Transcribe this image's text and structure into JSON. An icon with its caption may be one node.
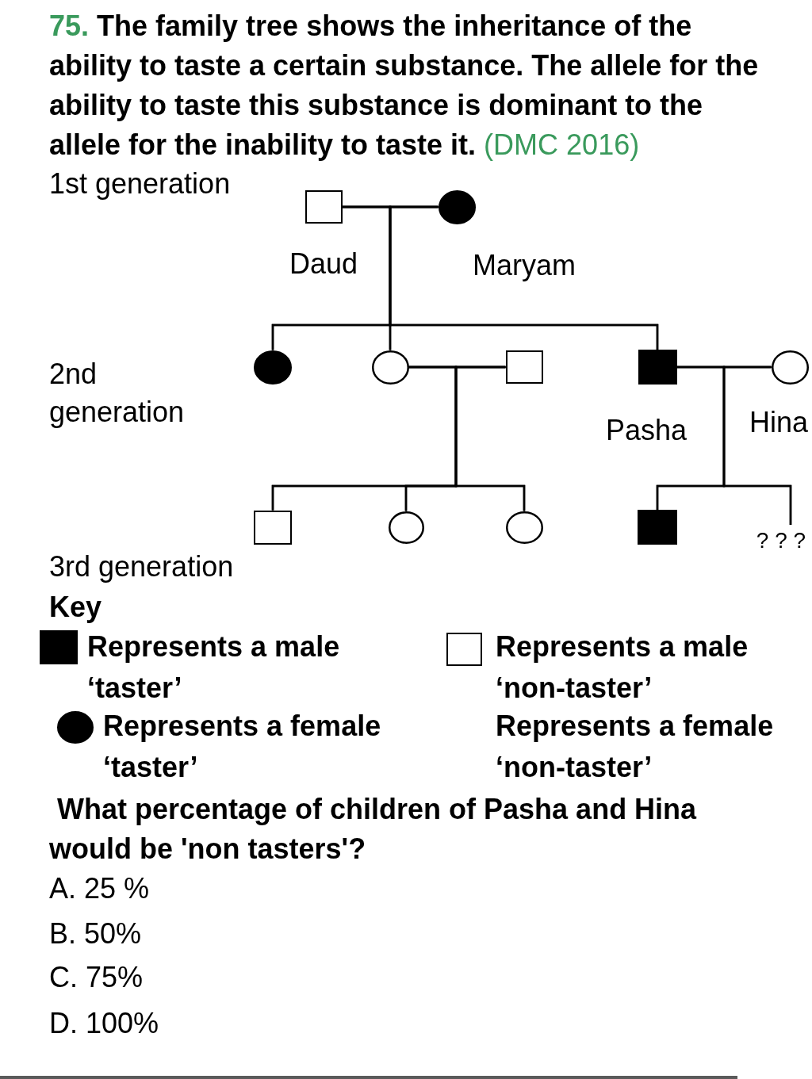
{
  "diagram": {
    "title": "75. The family tree shows the inheritance of the ability to taste a certain substance. The allele for the ability to taste this substance is dominant to the allele for the inability to taste it. (DMC 2016)",
    "nodes": [
      {
        "text": [],
        "shape": "square",
        "beside": [
          "Daud"
        ]
      },
      {
        "text": [],
        "shape": "filled-circle",
        "beside": [
          "Maryam"
        ]
      },
      {
        "text": [],
        "shape": "filled-circle"
      },
      {
        "text": [],
        "shape": "circle"
      },
      {
        "text": [],
        "shape": "square"
      },
      {
        "text": [],
        "shape": "filled-square",
        "beside": [
          "Pasha"
        ]
      },
      {
        "text": [],
        "shape": "circle",
        "beside": [
          "Hina"
        ]
      },
      {
        "text": [],
        "shape": "square"
      },
      {
        "text": [],
        "shape": "circle"
      },
      {
        "text": [],
        "shape": "circle"
      },
      {
        "text": [],
        "shape": "filled-square"
      },
      {
        "text": [
          "? ? ?"
        ]
      }
    ],
    "edges": [
      {
        "from": 0,
        "to": 1,
        "arrow": "none"
      },
      {
        "from": 0,
        "to": 2,
        "arrow": "none"
      },
      {
        "from": 0,
        "to": 3,
        "arrow": "none"
      },
      {
        "from": 0,
        "to": 5,
        "arrow": "none"
      },
      {
        "from": 1,
        "to": 2,
        "arrow": "none"
      },
      {
        "from": 1,
        "to": 3,
        "arrow": "none"
      },
      {
        "from": 1,
        "to": 5,
        "arrow": "none"
      },
      {
        "from": 3,
        "to": 4,
        "arrow": "none"
      },
      {
        "from": 3,
        "to": 7,
        "arrow": "none"
      },
      {
        "from": 3,
        "to": 8,
        "arrow": "none"
      },
      {
        "from": 3,
        "to": 9,
        "arrow": "none"
      },
      {
        "from": 4,
        "to": 7,
        "arrow": "none"
      },
      {
        "from": 4,
        "to": 8,
        "arrow": "none"
      },
      {
        "from": 4,
        "to": 9,
        "arrow": "none"
      },
      {
        "from": 5,
        "to": 6,
        "arrow": "none"
      },
      {
        "from": 5,
        "to": 10,
        "arrow": "none"
      },
      {
        "from": 5,
        "to": 11,
        "arrow": "none"
      },
      {
        "from": 6,
        "to": 10,
        "arrow": "none"
      },
      {
        "from": 6,
        "to": 11,
        "arrow": "none"
      }
    ],
    "labels": [
      "1st generation",
      "2nd generation",
      "3rd generation",
      "Key",
      "What percentage of children of Pasha and Hina would be 'non tasters'?",
      "A. 25 %",
      "B. 50%",
      "C. 75%",
      "D. 100%"
    ],
    "legend": [
      {
        "text": "Represents a male ‘taster’",
        "color": "#000000"
      },
      {
        "text": "Represents a male ‘non-taster’",
        "color": "#ffffff"
      },
      {
        "text": "Represents a female ‘taster’",
        "color": "#000000"
      },
      {
        "text": "Represents a female ‘non-taster’"
      }
    ]
  }
}
